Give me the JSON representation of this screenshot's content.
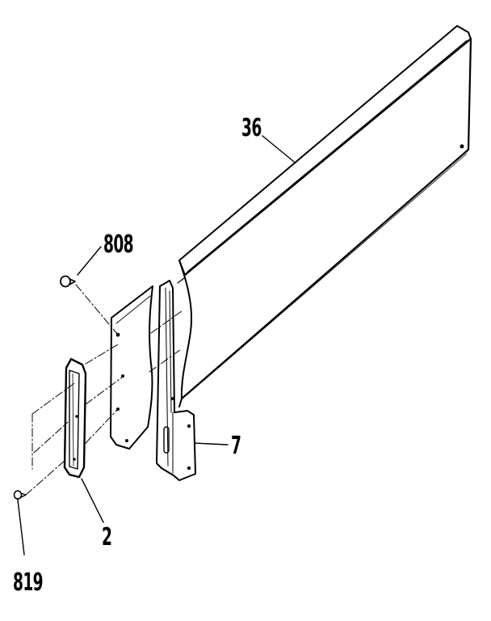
{
  "diagram": {
    "callouts": [
      {
        "id": "36",
        "text": "36"
      },
      {
        "id": "808",
        "text": "808"
      },
      {
        "id": "7",
        "text": "7"
      },
      {
        "id": "2",
        "text": "2"
      },
      {
        "id": "819",
        "text": "819"
      }
    ],
    "colors": {
      "ink": "#000000",
      "paper": "#ffffff"
    }
  }
}
